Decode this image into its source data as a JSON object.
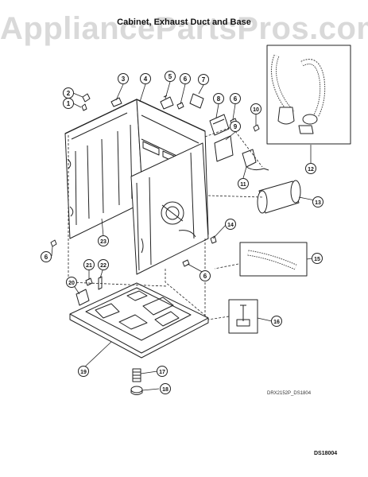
{
  "watermark": "AppliancePartsPros.com",
  "title": "Cabinet, Exhaust Duct and Base",
  "drawing_code": "DRX2152P_DS1804",
  "diagram_id": "DS18004",
  "callouts": [
    "1",
    "2",
    "3",
    "4",
    "5",
    "6",
    "7",
    "8",
    "6",
    "9",
    "10",
    "11",
    "12",
    "13",
    "14",
    "15",
    "6",
    "16",
    "17",
    "18",
    "19",
    "20",
    "21",
    "22",
    "23",
    "6"
  ]
}
